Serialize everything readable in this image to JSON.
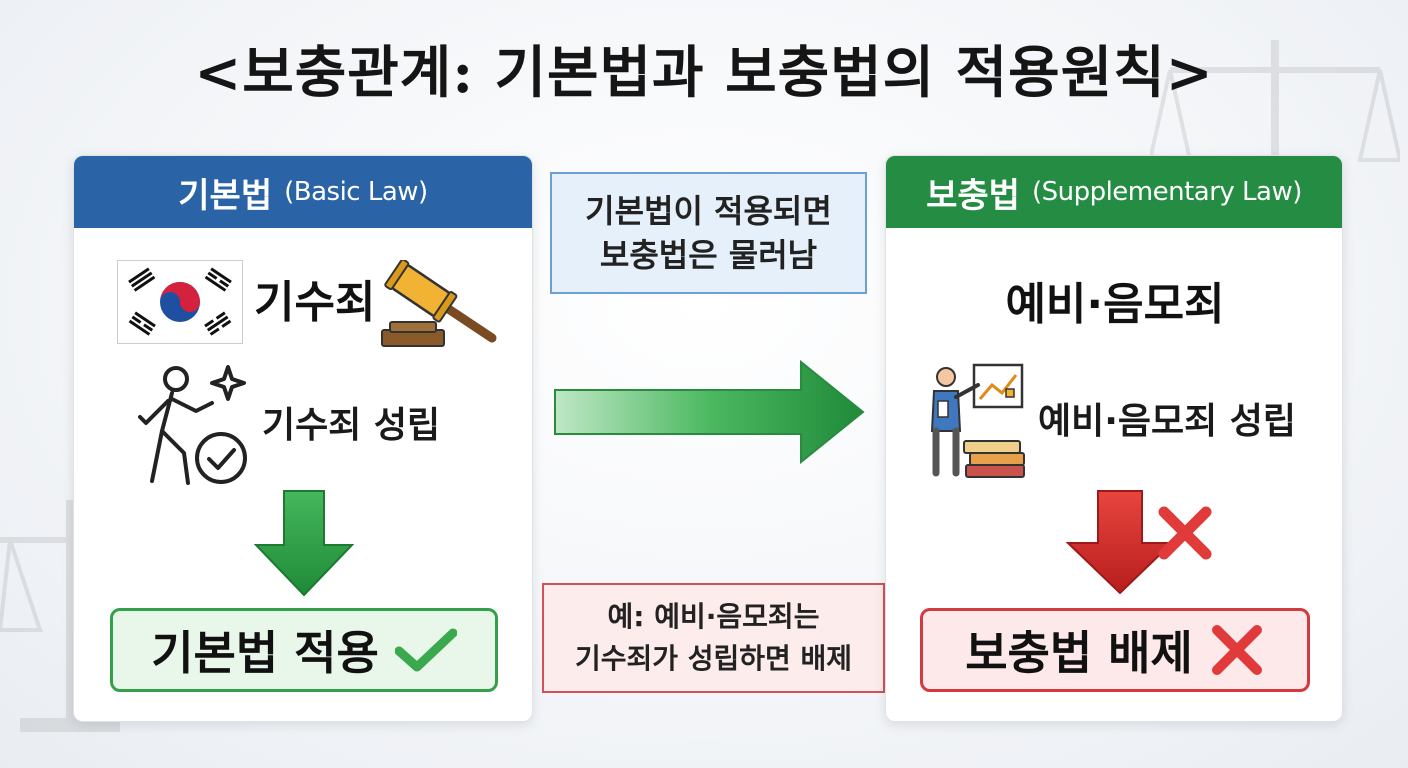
{
  "title": "<보충관계: 기본법과 보충법의 적용원칙>",
  "basic_panel": {
    "header_main": "기본법",
    "header_sub": "(Basic Law)",
    "crime_label": "기수죄",
    "established_label": "기수죄 성립",
    "result_label": "기본법 적용"
  },
  "supplementary_panel": {
    "header_main": "보충법",
    "header_sub": "(Supplementary Law)",
    "crime_label": "예비·음모죄",
    "established_label": "예비·음모죄 성립",
    "result_label": "보충법 배제"
  },
  "note_top": {
    "line1": "기본법이 적용되면",
    "line2": "보충법은 물러남"
  },
  "note_bottom": {
    "line1": "예: 예비·음모죄는",
    "line2": "기수죄가 성립하면 배제"
  },
  "colors": {
    "basic_blue": "#2b64a6",
    "supp_green": "#258c43",
    "arrow_green": "#2f9e47",
    "arrow_red": "#d42a2a",
    "check_green": "#3aa84c",
    "cross_red": "#e03a3a"
  },
  "icons": [
    "korean-flag-icon",
    "gavel-icon",
    "person-sparkle-icon",
    "check-circle-icon",
    "presenter-icon",
    "books-icon",
    "check-icon",
    "cross-icon"
  ]
}
